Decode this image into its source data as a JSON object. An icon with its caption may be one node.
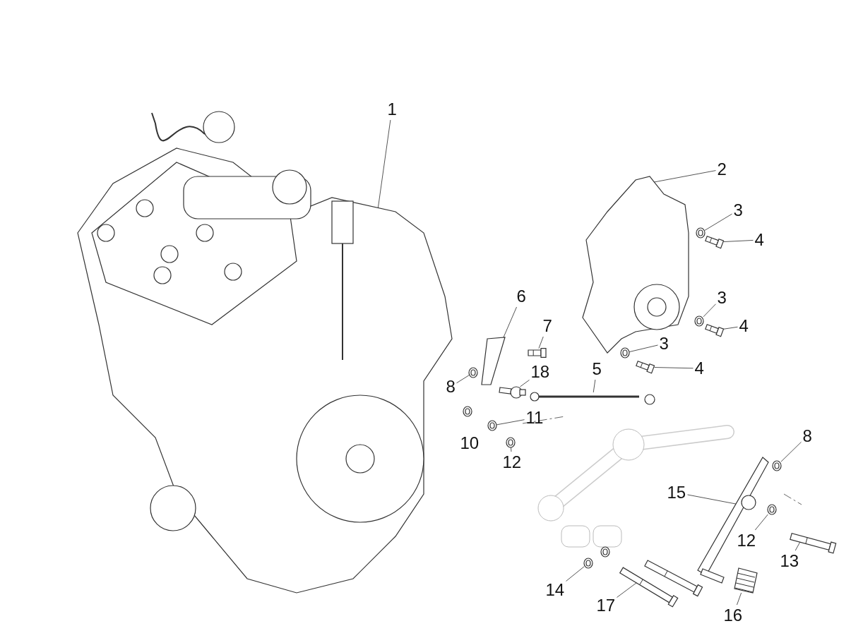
{
  "diagram": {
    "nodes": [
      {
        "text": [
          "1"
        ]
      },
      {
        "text": [
          "2"
        ]
      },
      {
        "text": [
          "3"
        ]
      },
      {
        "text": [
          "4"
        ]
      },
      {
        "text": [
          "3"
        ]
      },
      {
        "text": [
          "4"
        ]
      },
      {
        "text": [
          "6"
        ]
      },
      {
        "text": [
          "7"
        ]
      },
      {
        "text": [
          "3"
        ]
      },
      {
        "text": [
          "4"
        ]
      },
      {
        "text": [
          "18"
        ]
      },
      {
        "text": [
          "5"
        ]
      },
      {
        "text": [
          "8"
        ]
      },
      {
        "text": [
          "11"
        ]
      },
      {
        "text": [
          "12"
        ]
      },
      {
        "text": [
          "8"
        ]
      },
      {
        "text": [
          "15"
        ]
      },
      {
        "text": [
          "12"
        ]
      },
      {
        "text": [
          "13"
        ]
      },
      {
        "text": [
          "14"
        ]
      },
      {
        "text": [
          "17"
        ]
      },
      {
        "text": [
          "16"
        ]
      },
      {
        "text": [],
        "shape": "picture"
      },
      {
        "text": [],
        "shape": "picture"
      },
      {
        "text": [],
        "shape": "picture"
      },
      {
        "text": [],
        "shape": "picture"
      },
      {
        "text": [],
        "shape": "picture"
      },
      {
        "text": [],
        "shape": "picture"
      },
      {
        "text": [],
        "shape": "picture"
      },
      {
        "text": [],
        "shape": "picture"
      },
      {
        "text": [],
        "shape": "picture"
      },
      {
        "text": [],
        "shape": "picture"
      },
      {
        "text": [],
        "shape": "picture"
      },
      {
        "text": [],
        "shape": "picture"
      },
      {
        "text": [],
        "shape": "picture"
      },
      {
        "text": [],
        "shape": "picture"
      },
      {
        "text": [],
        "shape": "picture"
      },
      {
        "text": [],
        "shape": "picture"
      },
      {
        "text": [],
        "shape": "picture"
      },
      {
        "text": [],
        "shape": "picture"
      },
      {
        "text": [],
        "shape": "picture"
      },
      {
        "text": [],
        "shape": "picture"
      },
      {
        "text": [],
        "shape": "picture"
      },
      {
        "text": [],
        "shape": "picture"
      }
    ],
    "edges": [
      {
        "from": 0,
        "to": 22,
        "arrow": "none"
      },
      {
        "from": 1,
        "to": 23,
        "arrow": "none"
      },
      {
        "from": 2,
        "to": 24,
        "arrow": "none"
      },
      {
        "from": 3,
        "to": 25,
        "arrow": "none"
      },
      {
        "from": 4,
        "to": 26,
        "arrow": "none"
      },
      {
        "from": 5,
        "to": 27,
        "arrow": "none"
      },
      {
        "from": 6,
        "to": 28,
        "arrow": "none"
      },
      {
        "from": 7,
        "to": 29,
        "arrow": "none"
      },
      {
        "from": 8,
        "to": 30,
        "arrow": "none"
      },
      {
        "from": 9,
        "to": 31,
        "arrow": "none"
      },
      {
        "from": 10,
        "to": 32,
        "arrow": "none"
      },
      {
        "from": 11,
        "to": 33,
        "arrow": "none"
      },
      {
        "from": 12,
        "to": 34,
        "arrow": "none"
      },
      {
        "from": 13,
        "to": 35,
        "arrow": "none"
      },
      {
        "from": 14,
        "to": 36,
        "arrow": "none"
      },
      {
        "from": 15,
        "to": 37,
        "arrow": "none"
      },
      {
        "from": 16,
        "to": 38,
        "arrow": "none"
      },
      {
        "from": 17,
        "to": 39,
        "arrow": "none"
      },
      {
        "from": 18,
        "to": 40,
        "arrow": "none"
      },
      {
        "from": 19,
        "to": 41,
        "arrow": "none"
      },
      {
        "from": 20,
        "to": 42,
        "arrow": "none"
      },
      {
        "from": 21,
        "to": 43,
        "arrow": "none"
      }
    ],
    "labels": [
      "10"
    ]
  }
}
